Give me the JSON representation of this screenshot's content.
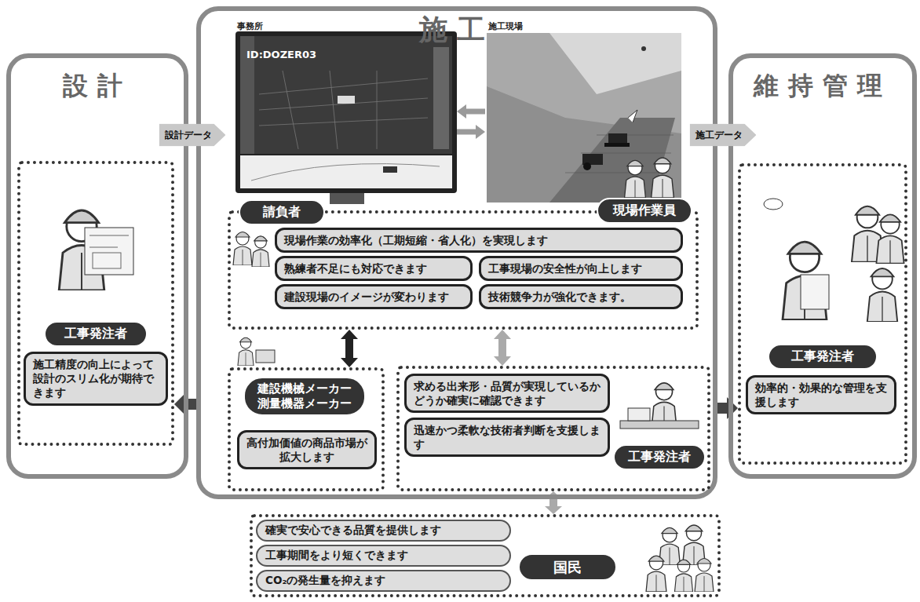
{
  "diagram": {
    "nodes": [
      {
        "text": [
          "設計"
        ]
      },
      {
        "text": [
          "工事発注者"
        ],
        "in": 0
      },
      {
        "text": [
          "施工精度の向上によって設計のスリム化が期待できます"
        ],
        "in": 1
      },
      {
        "text": [
          "施工"
        ]
      },
      {
        "text": [
          "事務所",
          "ID:DOZER03"
        ],
        "in": 3
      },
      {
        "text": [
          "施工現場"
        ],
        "in": 3
      },
      {
        "text": [
          "請負者"
        ],
        "in": 3
      },
      {
        "text": [
          "現場作業員"
        ],
        "in": 6
      },
      {
        "text": [
          "現場作業の効率化（工期短縮・省人化）を実現します"
        ],
        "in": 6
      },
      {
        "text": [
          "熟練者不足にも対応できます"
        ],
        "in": 6
      },
      {
        "text": [
          "工事現場の安全性が向上します"
        ],
        "in": 6
      },
      {
        "text": [
          "建設現場のイメージが変わります"
        ],
        "in": 6
      },
      {
        "text": [
          "技術競争力が強化できます。"
        ],
        "in": 6
      },
      {
        "text": [
          "建設機械メーカー 測量機器メーカー"
        ],
        "in": 3
      },
      {
        "text": [
          "高付加価値の商品市場が拡大します"
        ],
        "in": 13
      },
      {
        "text": [
          "工事発注者"
        ],
        "in": 3
      },
      {
        "text": [
          "求める出来形・品質が実現しているかどうか確実に確認できます"
        ],
        "in": 15
      },
      {
        "text": [
          "迅速かつ柔軟な技術者判断を支援します"
        ],
        "in": 15
      },
      {
        "text": [
          "維持管理"
        ]
      },
      {
        "text": [
          "工事発注者"
        ],
        "in": 18
      },
      {
        "text": [
          "効率的・効果的な管理を支援します"
        ],
        "in": 19
      },
      {
        "text": [
          "国民"
        ]
      },
      {
        "text": [
          "確実で安心できる品質を提供します"
        ],
        "in": 21
      },
      {
        "text": [
          "工事期間をより短くできます"
        ],
        "in": 21
      },
      {
        "text": [
          "CO₂の発生量を抑えます"
        ],
        "in": 21
      }
    ],
    "edges": [
      {
        "from": 0,
        "to": 3,
        "arrow": "to",
        "label": "設計データ"
      },
      {
        "from": 3,
        "to": 18,
        "arrow": "to",
        "label": "施工データ"
      },
      {
        "from": 5,
        "to": 4,
        "arrow": "to"
      },
      {
        "from": 4,
        "to": 5,
        "arrow": "to"
      },
      {
        "from": 6,
        "to": 13,
        "arrow": "both"
      },
      {
        "from": 6,
        "to": 15,
        "arrow": "both"
      },
      {
        "from": 15,
        "to": 21,
        "arrow": "both"
      },
      {
        "from": 3,
        "to": 1,
        "arrow": "to"
      },
      {
        "from": 3,
        "to": 19,
        "arrow": "to"
      }
    ]
  }
}
